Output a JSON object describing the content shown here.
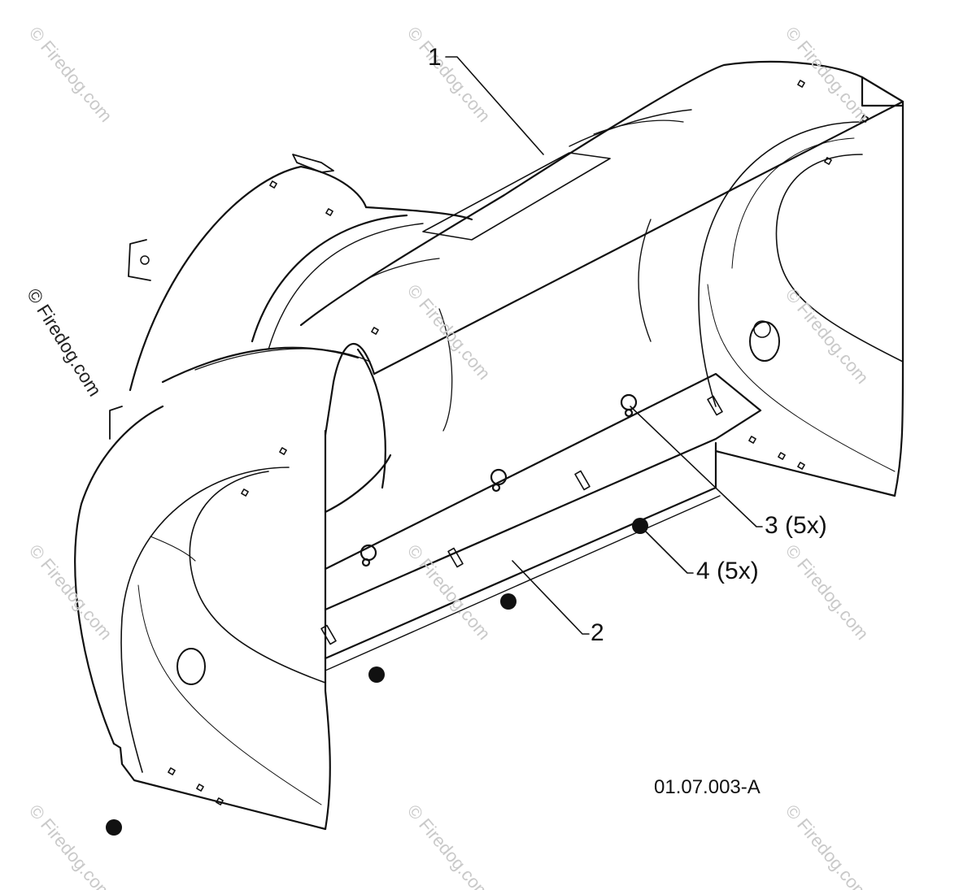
{
  "diagram": {
    "callouts": [
      {
        "id": "1",
        "label": "1"
      },
      {
        "id": "2",
        "label": "2"
      },
      {
        "id": "3",
        "label": "3 (5x)"
      },
      {
        "id": "4",
        "label": "4 (5x)"
      }
    ],
    "figure_code": "01.07.003-A",
    "watermark": "© Firedog.com",
    "colors": {
      "line": "#111111",
      "watermark": "#c9c9c9"
    }
  }
}
